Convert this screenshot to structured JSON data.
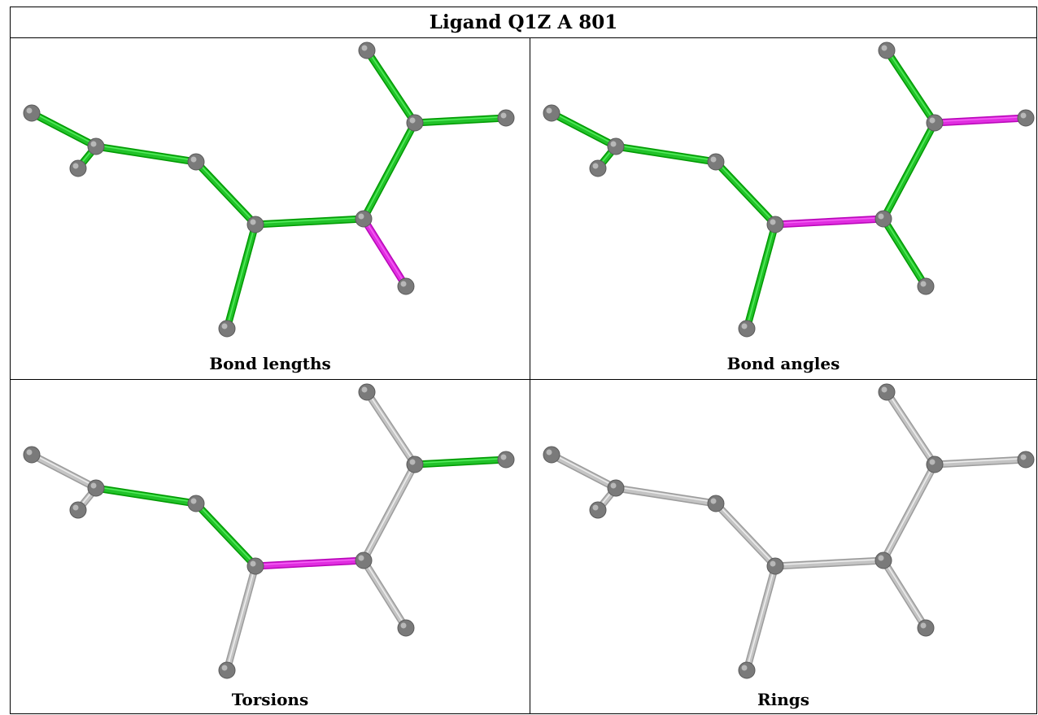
{
  "title": "Ligand Q1Z A 801",
  "colors": {
    "ok": "#22c22a",
    "outlier": "#e02ee0",
    "neutral": "#c4c4c4",
    "atom": "#7a7a7a",
    "atom_highlight": "#c8c8c8"
  },
  "panels": [
    {
      "caption": "Bond lengths",
      "bond_states": [
        "ok",
        "ok",
        "ok",
        "ok",
        "ok",
        "ok",
        "ok",
        "ok",
        "outlier",
        "ok",
        "ok"
      ]
    },
    {
      "caption": "Bond angles",
      "bond_states": [
        "ok",
        "ok",
        "ok",
        "ok",
        "outlier",
        "ok",
        "outlier",
        "ok",
        "ok",
        "ok",
        "ok"
      ]
    },
    {
      "caption": "Torsions",
      "bond_states": [
        "neutral",
        "neutral",
        "ok",
        "ok",
        "outlier",
        "neutral",
        "ok",
        "neutral",
        "neutral",
        "neutral",
        "neutral"
      ]
    },
    {
      "caption": "Rings",
      "bond_states": [
        "neutral",
        "neutral",
        "neutral",
        "neutral",
        "neutral",
        "neutral",
        "neutral",
        "neutral",
        "neutral",
        "neutral",
        "neutral"
      ]
    }
  ]
}
